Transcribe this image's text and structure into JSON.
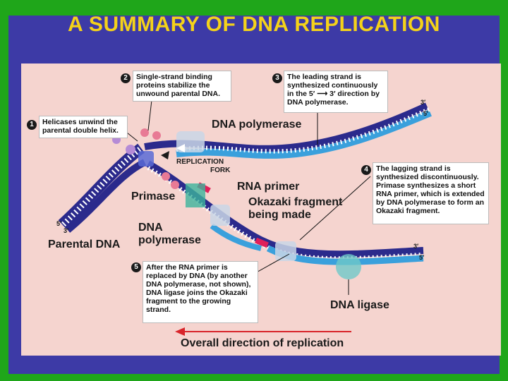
{
  "title": "A SUMMARY OF DNA REPLICATION",
  "steps": [
    {
      "num": "1",
      "text": "Helicases unwind the parental double helix."
    },
    {
      "num": "2",
      "text": "Single-strand binding proteins stabilize the unwound parental DNA."
    },
    {
      "num": "3",
      "text": "The leading strand is synthesized continuously in the 5′ ⟶ 3′ direction by DNA polymerase."
    },
    {
      "num": "4",
      "text": "The lagging strand is synthesized discontinuously. Primase synthesizes a short RNA primer, which is extended by DNA polymerase to form an Okazaki fragment."
    },
    {
      "num": "5",
      "text": "After the RNA primer is replaced by DNA (by another DNA polymerase, not shown), DNA ligase joins the Okazaki fragment to the growing strand."
    }
  ],
  "labels": {
    "dna_polymerase_top": "DNA polymerase",
    "replication_fork_line1": "REPLICATION",
    "replication_fork_line2": "FORK",
    "rna_primer": "RNA primer",
    "primase": "Primase",
    "okazaki_line1": "Okazaki fragment",
    "okazaki_line2": "being made",
    "dna_polymerase_bottom_line1": "DNA",
    "dna_polymerase_bottom_line2": "polymerase",
    "parental_dna": "Parental DNA",
    "dna_ligase": "DNA ligase",
    "overall_direction": "Overall direction of replication"
  },
  "ends": {
    "top_right_3": "3′",
    "top_right_5": "5′",
    "left_5": "5′",
    "left_3": "3′",
    "bottom_right_3": "3′",
    "bottom_right_5": "5′"
  },
  "colors": {
    "background_green": "#1fa61a",
    "slide_blue": "#3d3aa6",
    "title_yellow": "#f4d21a",
    "panel_pink": "#f5d4cf",
    "parental_strand": "#2b2a8c",
    "new_strand": "#3aa0dc",
    "rna_primer": "#e0205a",
    "arrow_red": "#d8242a"
  }
}
